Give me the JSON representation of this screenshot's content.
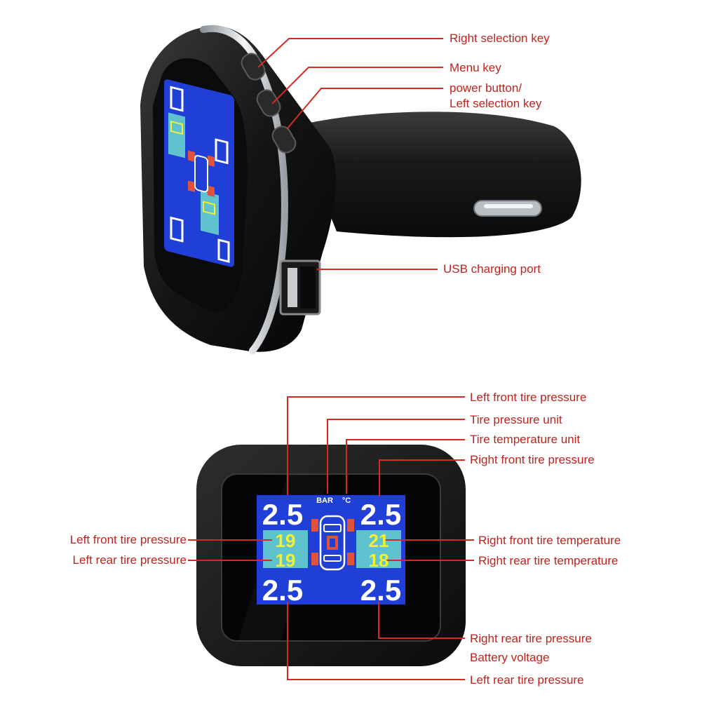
{
  "colors": {
    "label_text": "#c0221d",
    "leader_line": "#d42a22",
    "lcd_blue": "#1f3fd6",
    "lcd_cyan": "#5fc3cf",
    "digit_white": "#ffffff",
    "digit_yellow": "#f4f030",
    "tire_red": "#e0523a",
    "device_body": "#141414",
    "chrome": "#cfd3d8"
  },
  "top_device": {
    "labels": {
      "right_selection_key": "Right selection key",
      "menu_key": "Menu key",
      "power_button_line1": "power button/",
      "power_button_line2": "Left selection key",
      "usb_port": "USB charging port"
    }
  },
  "bottom_display": {
    "readings": {
      "front_left_pressure": "2.5",
      "front_right_pressure": "2.5",
      "rear_left_pressure": "2.5",
      "rear_right_pressure": "2.5",
      "left_upper_value": "19",
      "left_lower_value": "19",
      "right_upper_temp": "21",
      "right_lower_temp": "18",
      "pressure_unit": "BAR",
      "temperature_unit": "°C"
    },
    "labels": {
      "left_front_pressure_top": "Left front tire pressure",
      "tire_pressure_unit": "Tire pressure unit",
      "tire_temperature_unit": "Tire temperature unit",
      "right_front_pressure": "Right front tire pressure",
      "left_front_pressure_side": "Left front tire pressure",
      "left_rear_pressure_side": "Left rear tire pressure",
      "right_front_temperature": "Right front tire temperature",
      "right_rear_temperature": "Right rear tire temperature",
      "right_rear_pressure": "Right rear tire pressure",
      "battery_voltage": "Battery voltage",
      "left_rear_pressure_bottom": "Left rear tire pressure"
    }
  }
}
